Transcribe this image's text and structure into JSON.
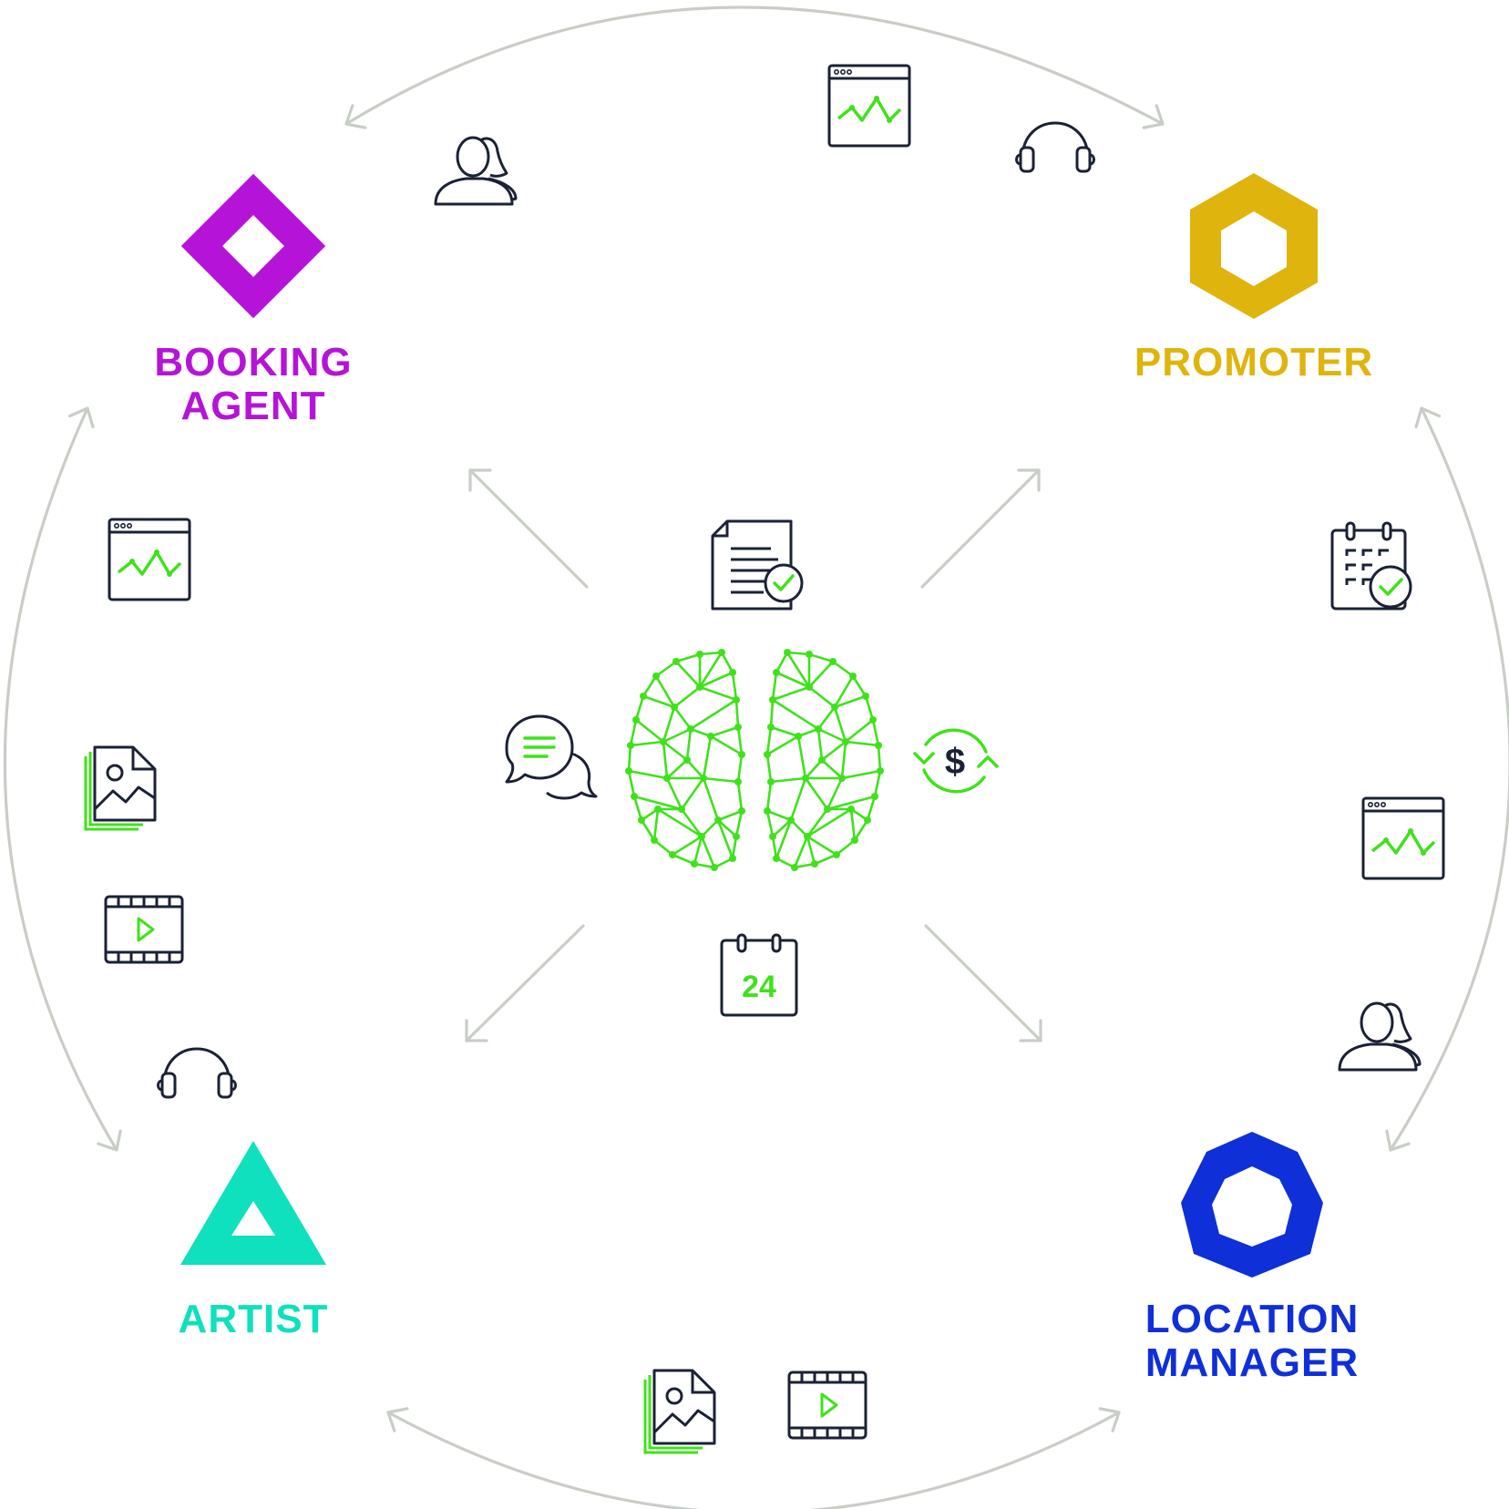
{
  "colors": {
    "ring": "#c8cec6",
    "icon_stroke": "#1b2236",
    "accent_green": "#3fe21a",
    "booking_agent": "#b514d8",
    "promoter": "#dfb40c",
    "artist": "#0fe0bd",
    "location_manager": "#0f2fd9"
  },
  "roles": {
    "booking_agent": {
      "line1": "BOOKING",
      "line2": "AGENT",
      "shape": "diamond"
    },
    "promoter": {
      "line1": "PROMOTER",
      "shape": "hexagon"
    },
    "artist": {
      "line1": "ARTIST",
      "shape": "triangle"
    },
    "location_manager": {
      "line1": "LOCATION",
      "line2": "MANAGER",
      "shape": "octagon"
    }
  },
  "center": {
    "icon": "brain-network-icon",
    "surrounding_icons": [
      "document-check-icon",
      "chat-bubbles-icon",
      "dollar-refresh-icon",
      "calendar-24-icon"
    ],
    "calendar_number": "24"
  },
  "edge_icons": [
    "browser-chart-icon",
    "users-icon",
    "headphones-icon",
    "calendar-check-icon",
    "image-stack-icon",
    "video-player-icon"
  ]
}
